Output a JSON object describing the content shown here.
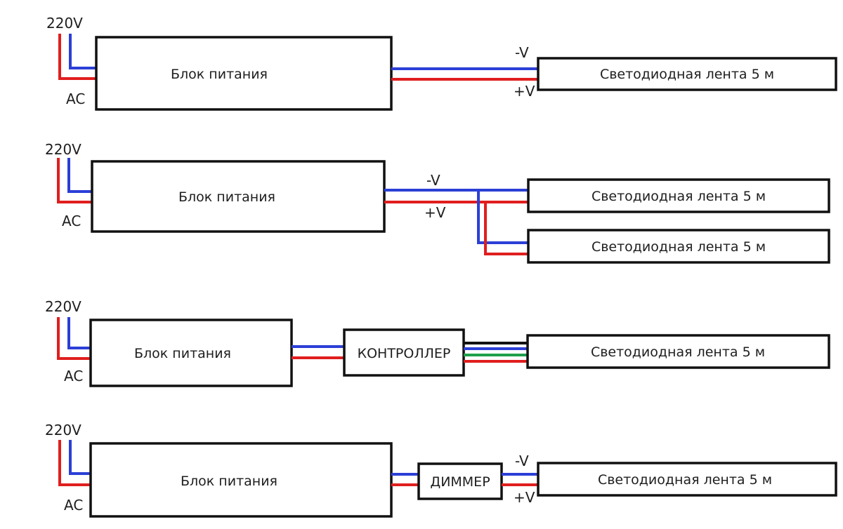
{
  "colors": {
    "wire_negative": "#2b3fd6",
    "wire_positive": "#e01e1e",
    "wire_green": "#1fa04a",
    "stroke": "#111111",
    "background": "#ffffff"
  },
  "diagrams": [
    {
      "ac_voltage": "220V",
      "ac_label": "AC",
      "psu": "Блок питания",
      "minus": "-V",
      "plus": "+V",
      "strip": "Светодиодная лента 5 м"
    },
    {
      "ac_voltage": "220V",
      "ac_label": "AC",
      "psu": "Блок питания",
      "minus": "-V",
      "plus": "+V",
      "strip_1": "Светодиодная лента 5 м",
      "strip_2": "Светодиодная лента 5 м"
    },
    {
      "ac_voltage": "220V",
      "ac_label": "AC",
      "psu": "Блок питания",
      "controller": "КОНТРОЛЛЕР",
      "strip": "Светодиодная лента 5 м"
    },
    {
      "ac_voltage": "220V",
      "ac_label": "AC",
      "psu": "Блок питания",
      "dimmer": "ДИММЕР",
      "minus": "-V",
      "plus": "+V",
      "strip": "Светодиодная лента 5 м"
    }
  ]
}
